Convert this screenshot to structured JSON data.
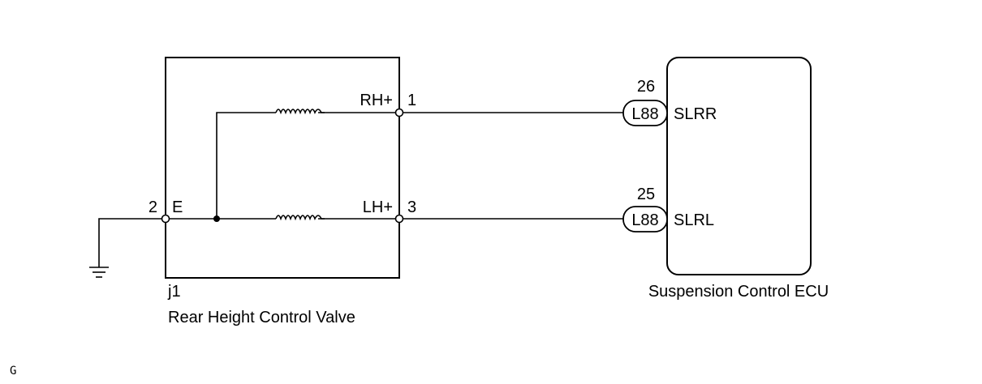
{
  "valve": {
    "code": "j1",
    "name": "Rear Height Control Valve",
    "pins": {
      "rh_label": "RH+",
      "rh_num": "1",
      "lh_label": "LH+",
      "lh_num": "3",
      "e_label": "E",
      "e_num": "2"
    }
  },
  "ecu": {
    "name": "Suspension Control ECU",
    "connector": "L88",
    "pins": {
      "slrr_label": "SLRR",
      "slrr_num": "26",
      "slrl_label": "SLRL",
      "slrl_num": "25"
    }
  },
  "footer": {
    "code": "G"
  }
}
